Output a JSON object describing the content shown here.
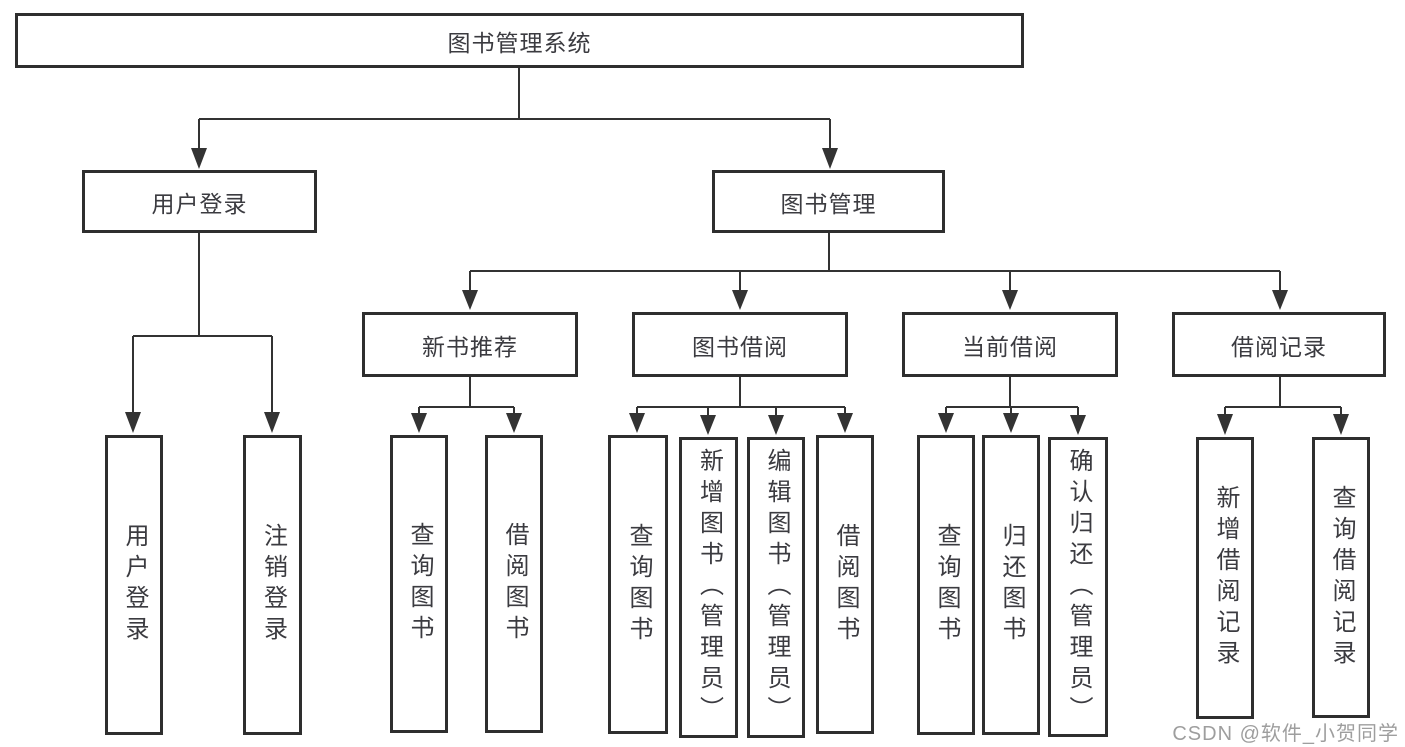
{
  "tree": {
    "label": "图书管理系统",
    "children": [
      {
        "label": "用户登录",
        "children": [
          {
            "label": "用户登录"
          },
          {
            "label": "注销登录"
          }
        ]
      },
      {
        "label": "图书管理",
        "children": [
          {
            "label": "新书推荐",
            "children": [
              {
                "label": "查询图书"
              },
              {
                "label": "借阅图书"
              }
            ]
          },
          {
            "label": "图书借阅",
            "children": [
              {
                "label": "查询图书"
              },
              {
                "label": "新增图书（管理员）"
              },
              {
                "label": "编辑图书（管理员）"
              },
              {
                "label": "借阅图书"
              }
            ]
          },
          {
            "label": "当前借阅",
            "children": [
              {
                "label": "查询图书"
              },
              {
                "label": "归还图书"
              },
              {
                "label": "确认归还（管理员）"
              }
            ]
          },
          {
            "label": "借阅记录",
            "children": [
              {
                "label": "新增借阅记录"
              },
              {
                "label": "查询借阅记录"
              }
            ]
          }
        ]
      }
    ]
  },
  "watermark": {
    "text": "CSDN @软件_小贺同学"
  },
  "colors": {
    "line": "#333333",
    "box_border": "#2e2e2e",
    "box_fill": "#ffffff",
    "text": "#3b3b40",
    "watermark": "#969696",
    "background": "#ffffff"
  }
}
